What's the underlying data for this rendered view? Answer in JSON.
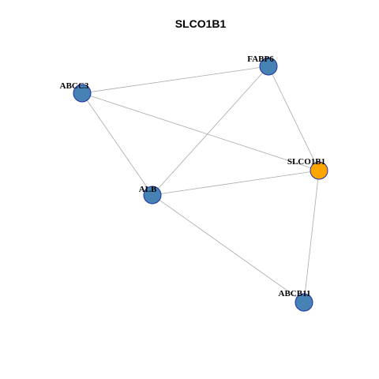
{
  "title": "SLCO1B1",
  "colors": {
    "query_node": "#FFA500",
    "interactor_node": "#4682B4",
    "node_border": "#1F2FA8",
    "edge": "#A9A9A9"
  },
  "nodes": [
    {
      "id": "FABP6",
      "label": "FABP6",
      "role": "interactor"
    },
    {
      "id": "ABCC3",
      "label": "ABCC3",
      "role": "interactor"
    },
    {
      "id": "SLCO1B1",
      "label": "SLCO1B1",
      "role": "query"
    },
    {
      "id": "ALB",
      "label": "ALB",
      "role": "interactor"
    },
    {
      "id": "ABCB11",
      "label": "ABCB11",
      "role": "interactor"
    }
  ],
  "edges": [
    {
      "source": "ABCC3",
      "target": "FABP6"
    },
    {
      "source": "ABCC3",
      "target": "SLCO1B1"
    },
    {
      "source": "ABCC3",
      "target": "ALB"
    },
    {
      "source": "FABP6",
      "target": "SLCO1B1"
    },
    {
      "source": "FABP6",
      "target": "ALB"
    },
    {
      "source": "ALB",
      "target": "SLCO1B1"
    },
    {
      "source": "ALB",
      "target": "ABCB11"
    },
    {
      "source": "SLCO1B1",
      "target": "ABCB11"
    }
  ]
}
